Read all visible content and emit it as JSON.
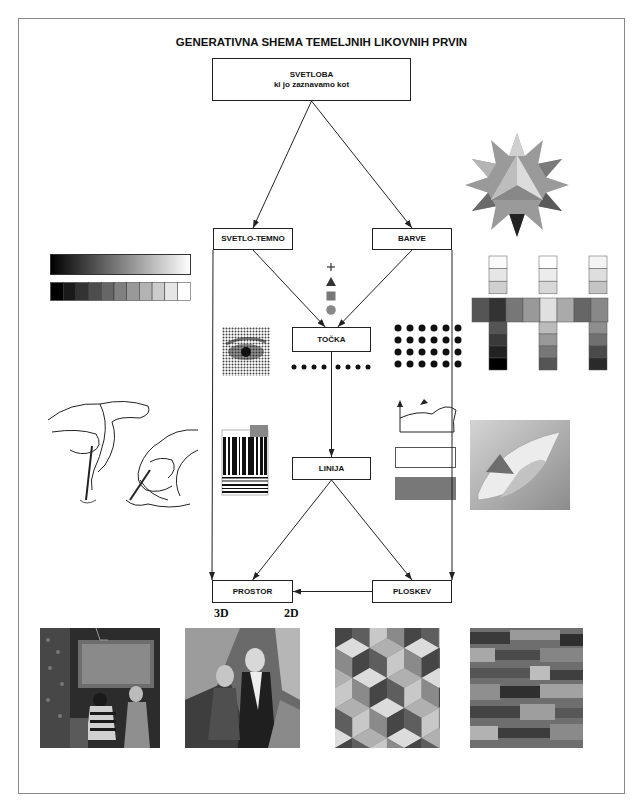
{
  "diagram": {
    "title": "GENERATIVNA SHEMA TEMELJNIH LIKOVNIH PRVIN",
    "nodes": [
      {
        "text": [
          "SVETLOBA",
          "ki jo zaznavamo kot"
        ]
      },
      {
        "text": [
          "SVETLO-TEMNO"
        ]
      },
      {
        "text": [
          "BARVE"
        ]
      },
      {
        "text": [
          "TOČKA"
        ]
      },
      {
        "text": [
          "LINIJA"
        ]
      },
      {
        "text": [
          "PROSTOR"
        ]
      },
      {
        "text": [
          "PLOSKEV"
        ]
      }
    ],
    "edges": [
      {
        "from": 0,
        "to": 1,
        "arrow": "to"
      },
      {
        "from": 0,
        "to": 2,
        "arrow": "to"
      },
      {
        "from": 1,
        "to": 3,
        "arrow": "to"
      },
      {
        "from": 2,
        "to": 3,
        "arrow": "to"
      },
      {
        "from": 3,
        "to": 4,
        "arrow": "to"
      },
      {
        "from": 4,
        "to": 5,
        "arrow": "to"
      },
      {
        "from": 4,
        "to": 6,
        "arrow": "to"
      },
      {
        "from": 6,
        "to": 5,
        "arrow": "to"
      },
      {
        "from": 1,
        "to": 5,
        "arrow": "to"
      },
      {
        "from": 2,
        "to": 6,
        "arrow": "to"
      }
    ],
    "labels": [
      "3D",
      "2D"
    ]
  }
}
